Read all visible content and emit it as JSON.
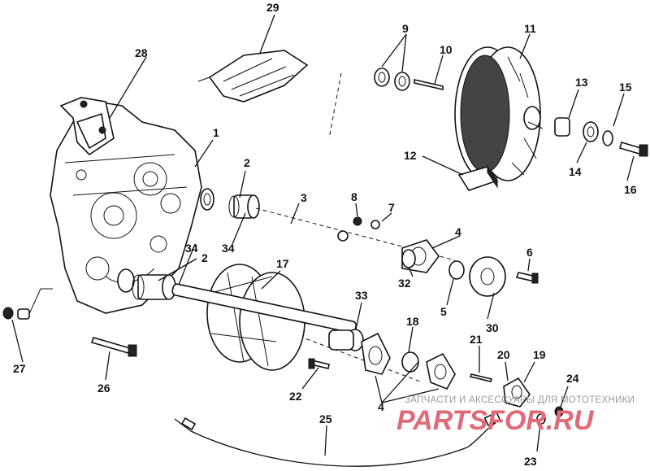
{
  "diagram": {
    "callouts": {
      "n1": "1",
      "n2a": "2",
      "n2b": "2",
      "n3": "3",
      "n4a": "4",
      "n4b": "4",
      "n5": "5",
      "n6": "6",
      "n7": "7",
      "n8": "8",
      "n9": "9",
      "n10": "10",
      "n11": "11",
      "n12": "12",
      "n13": "13",
      "n14": "14",
      "n15": "15",
      "n16": "16",
      "n17": "17",
      "n18": "18",
      "n19": "19",
      "n20": "20",
      "n21": "21",
      "n22": "22",
      "n23": "23",
      "n24": "24",
      "n25": "25",
      "n26": "26",
      "n27": "27",
      "n28": "28",
      "n29": "29",
      "n30": "30",
      "n32": "32",
      "n33": "33",
      "n34a": "34",
      "n34b": "34"
    }
  },
  "watermark": {
    "caption": "ЗАПЧАСТИ И АКСЕССУАРЫ ДЛЯ МОТОТЕХНИКИ",
    "brand": "PARTSFOR.RU",
    "color": "#e06a78"
  }
}
